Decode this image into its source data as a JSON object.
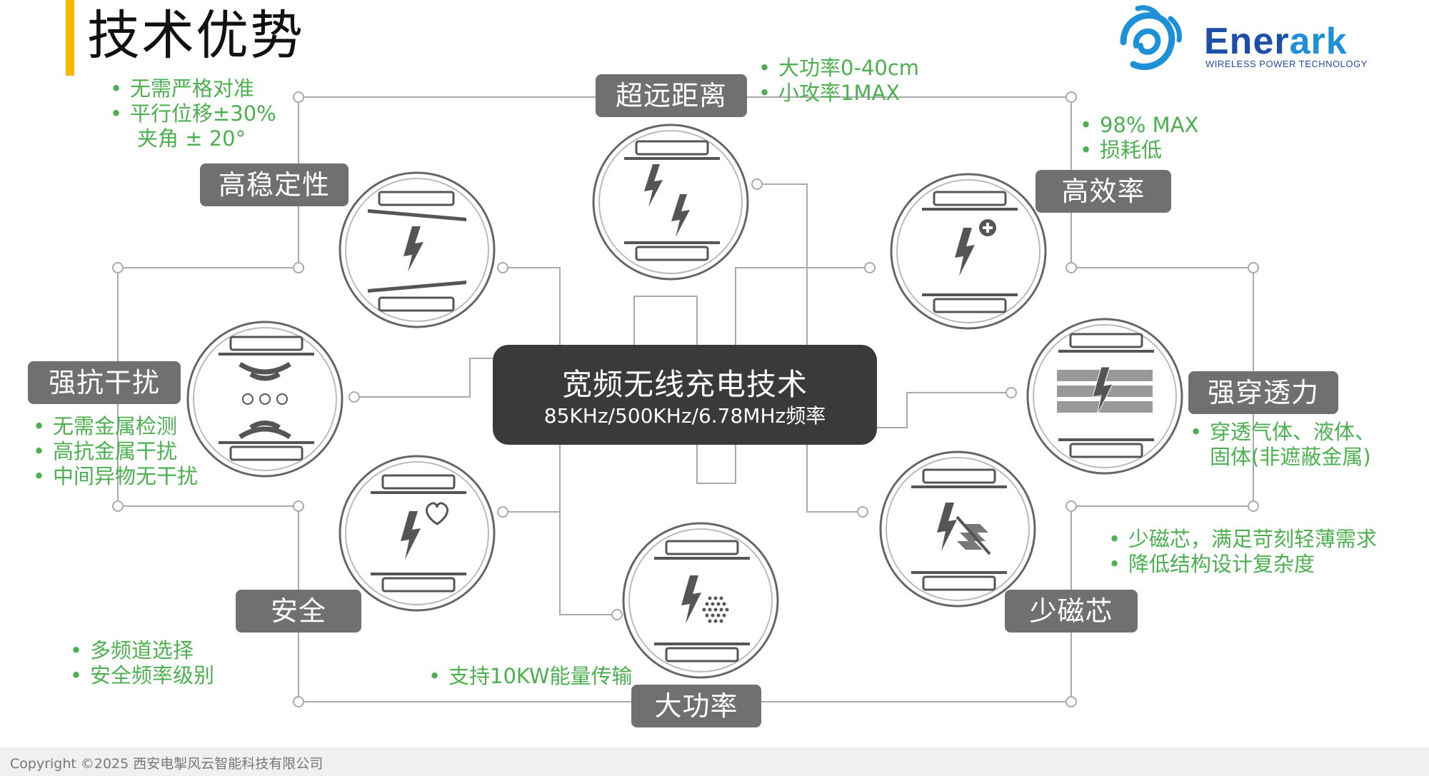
{
  "header": {
    "title": "技术优势"
  },
  "brand": {
    "logo_name": "Enerark",
    "logo_part1": "Ener",
    "logo_part2": "ark",
    "tagline": "WIRELESS POWER TECHNOLOGY"
  },
  "center": {
    "title": "宽频无线充电技术",
    "subtitle": "85KHz/500KHz/6.78MHz频率"
  },
  "features": [
    {
      "id": "long-distance",
      "label": "超远距离",
      "bullets": [
        "大功率0-40cm",
        "小攻率1MAX"
      ]
    },
    {
      "id": "stability",
      "label": "高稳定性",
      "bullets": [
        "无需严格对准",
        "平行位移±30%",
        "夹角 ± 20°"
      ]
    },
    {
      "id": "efficiency",
      "label": "高效率",
      "bullets": [
        "98% MAX",
        "损耗低"
      ]
    },
    {
      "id": "anti-interference",
      "label": "强抗干扰",
      "bullets": [
        "无需金属检测",
        "高抗金属干扰",
        "中间异物无干扰"
      ]
    },
    {
      "id": "penetration",
      "label": "强穿透力",
      "bullets": [
        "穿透气体、液体、",
        "固体(非遮蔽金属)"
      ]
    },
    {
      "id": "safety",
      "label": "安全",
      "bullets": [
        "多频道选择",
        "安全频率级别"
      ]
    },
    {
      "id": "high-power",
      "label": "大功率",
      "bullets": [
        "支持10KW能量传输"
      ]
    },
    {
      "id": "less-core",
      "label": "少磁芯",
      "bullets": [
        "少磁芯，满足苛刻轻薄需求",
        "降低结构设计复杂度"
      ]
    }
  ],
  "footer": {
    "copyright": "Copyright ©2025 西安电掣风云智能科技有限公司"
  },
  "colors": {
    "accent_bar": "#F5B800",
    "label_bg": "#707070",
    "center_bg": "#3A3A3A",
    "bullet_text": "#4CB050",
    "logo_blue": "#1E4FA8",
    "line_gray": "#B0B0B0"
  }
}
